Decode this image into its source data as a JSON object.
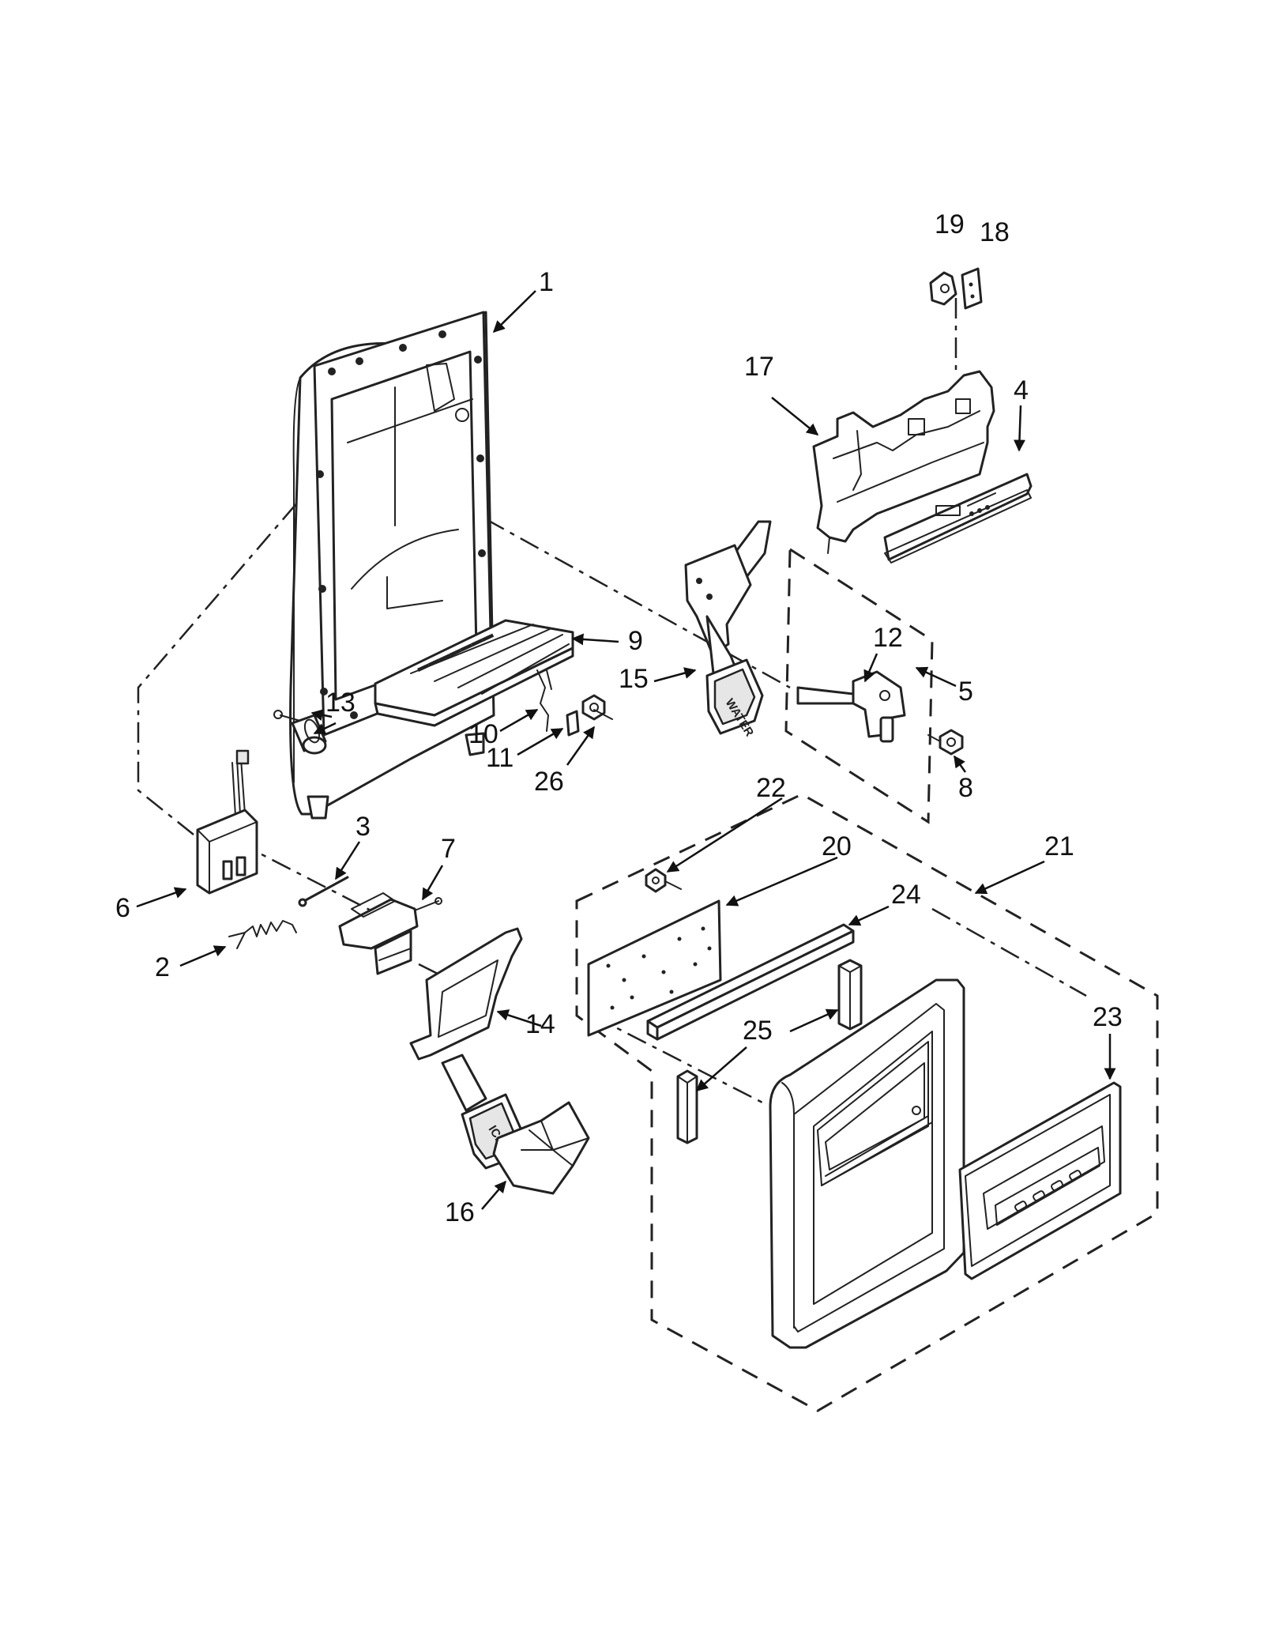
{
  "diagram": {
    "callouts": [
      "1",
      "2",
      "3",
      "4",
      "5",
      "6",
      "7",
      "8",
      "9",
      "10",
      "11",
      "12",
      "13",
      "14",
      "15",
      "16",
      "17",
      "18",
      "19",
      "20",
      "21",
      "22",
      "23",
      "24",
      "25",
      "26"
    ],
    "embossed_text": {
      "water_pad": "WATER",
      "ice_pad": "ICE"
    }
  },
  "colors": {
    "line": "#222222",
    "background": "#ffffff",
    "panel_fill": "#e6e6e6"
  }
}
